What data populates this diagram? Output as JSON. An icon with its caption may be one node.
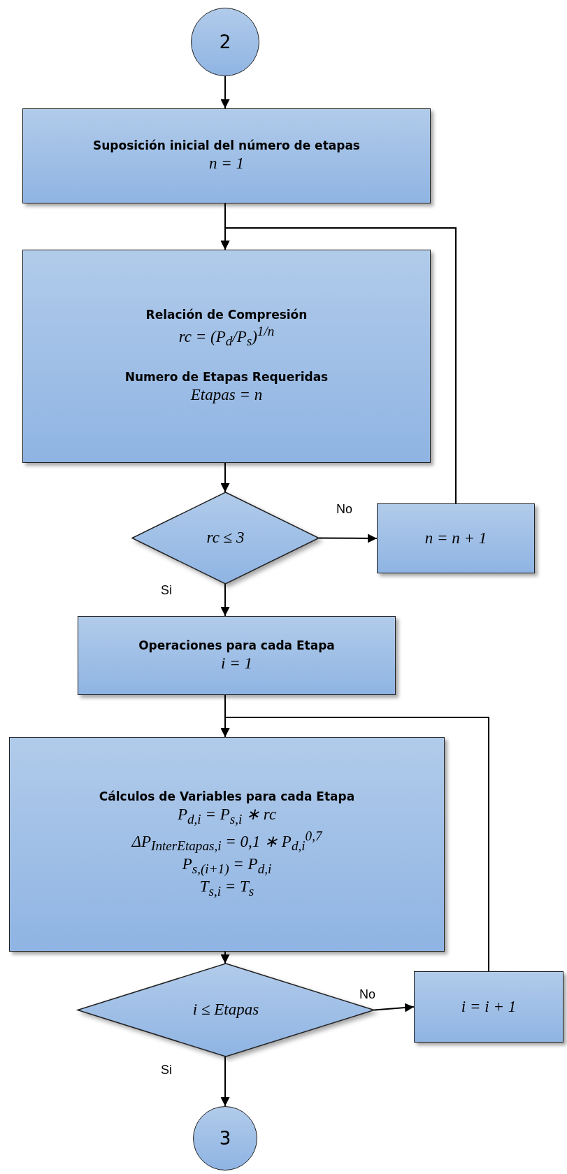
{
  "diagram": {
    "nodes": [
      {
        "text": [
          "2"
        ]
      },
      {
        "text": [
          "Suposición inicial del número de etapas",
          "n = 1"
        ]
      },
      {
        "text": [
          "Relación de Compresión",
          "rc = (P$_{d}$/P$_{s}$)$^{1/n}$",
          "Numero de Etapas Requeridas",
          "Etapas = n"
        ]
      },
      {
        "text": [
          "rc ≤ 3"
        ]
      },
      {
        "text": [
          "n = n + 1"
        ]
      },
      {
        "text": [
          "Operaciones para cada Etapa",
          "i = 1"
        ]
      },
      {
        "text": [
          "Cálculos de Variables para cada Etapa",
          "P$_{d,i}$ = P$_{s,i}$ ∗ rc",
          "ΔP$_{InterEtapas,i}$ = 0,1 ∗ P$_{d,i}$$^{0,7}$",
          "P$_{s,(i+1)}$ = P$_{d,i}$",
          "T$_{s,i}$ = T$_{s}$"
        ]
      },
      {
        "text": [
          "i ≤ Etapas"
        ]
      },
      {
        "text": [
          "i = i + 1"
        ]
      },
      {
        "text": [
          "3"
        ]
      }
    ],
    "edges": [
      {
        "from": 0,
        "to": 1,
        "arrow": "to"
      },
      {
        "from": 1,
        "to": 2,
        "arrow": "to"
      },
      {
        "from": 2,
        "to": 3,
        "arrow": "to"
      },
      {
        "from": 3,
        "to": 4,
        "arrow": "to",
        "label": "No"
      },
      {
        "from": 4,
        "to": 2,
        "arrow": "to"
      },
      {
        "from": 3,
        "to": 5,
        "arrow": "to",
        "label": "Si"
      },
      {
        "from": 5,
        "to": 6,
        "arrow": "to"
      },
      {
        "from": 6,
        "to": 7,
        "arrow": "to"
      },
      {
        "from": 7,
        "to": 8,
        "arrow": "to",
        "label": "No"
      },
      {
        "from": 8,
        "to": 6,
        "arrow": "to"
      },
      {
        "from": 7,
        "to": 9,
        "arrow": "to",
        "label": "Si"
      }
    ]
  }
}
